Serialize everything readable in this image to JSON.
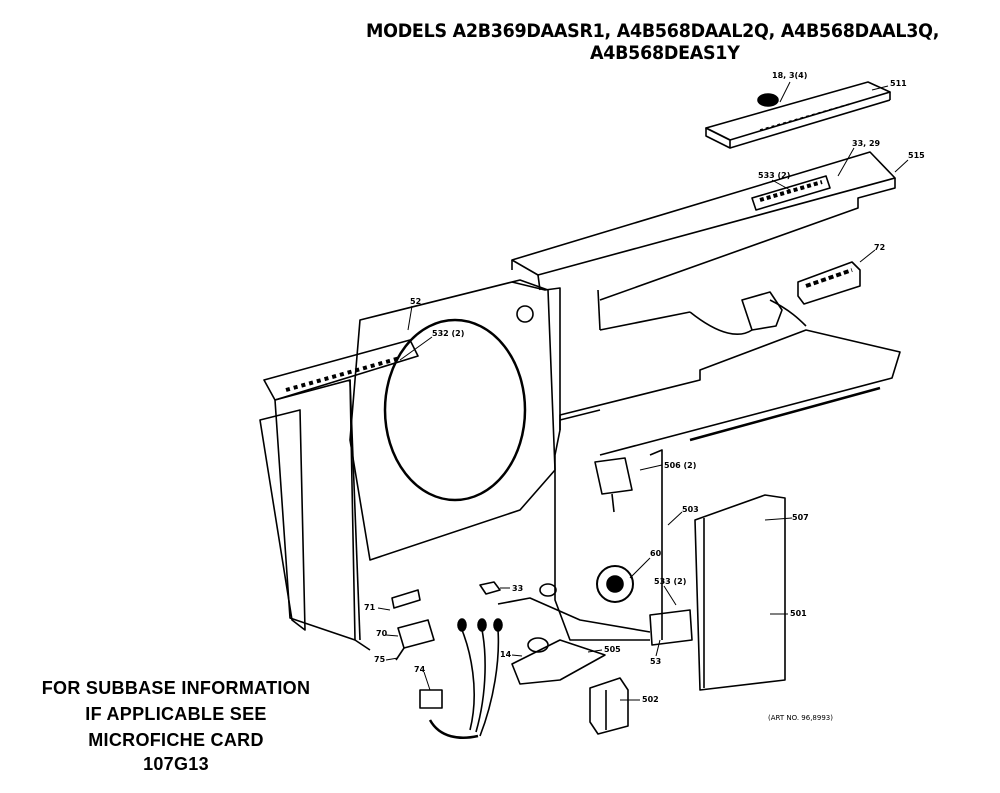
{
  "header": {
    "models_line1": "MODELS A2B369DAASR1, A4B568DAAL2Q, A4B568DAAL3Q,",
    "models_line2": "A4B568DEAS1Y"
  },
  "note": {
    "line1": "FOR SUBBASE INFORMATION",
    "line2": "IF APPLICABLE SEE",
    "line3": "MICROFICHE CARD",
    "line4": "107G13"
  },
  "art_number": "(ART NO. 96,8993)",
  "callouts": {
    "c_top_knob": "18, 3(4)",
    "c_plate": "511",
    "c_515": "515",
    "c_screw_top": "33, 29",
    "c_connector": "533 (2)",
    "c_72": "72",
    "c_52": "52",
    "c_52_2": "532 (2)",
    "c_506": "506 (2)",
    "c_503": "503",
    "c_507": "507",
    "c_60": "60",
    "c_533_2": "533 (2)",
    "c_501": "501",
    "c_53": "53",
    "c_505": "505",
    "c_502": "502",
    "c_71": "71",
    "c_70": "70",
    "c_75": "75",
    "c_74": "74",
    "c_14": "14",
    "c_33": "33"
  },
  "colors": {
    "ink": "#000000",
    "paper": "#ffffff"
  }
}
